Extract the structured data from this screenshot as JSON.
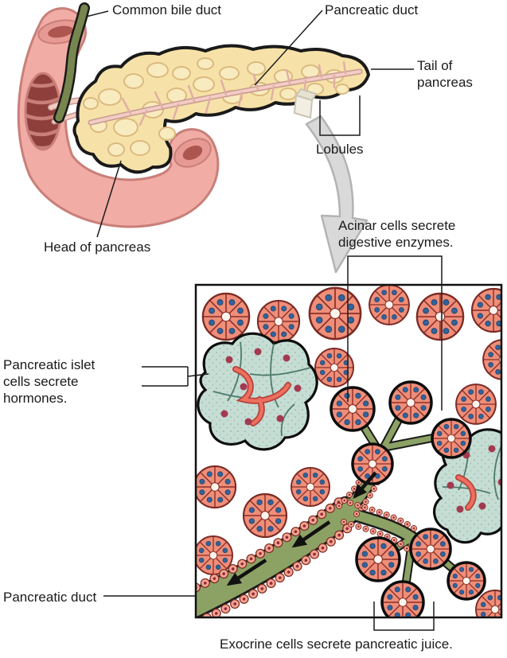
{
  "diagram": {
    "macro": {
      "labels": {
        "common_bile_duct": "Common bile duct",
        "pancreatic_duct": "Pancreatic duct",
        "tail_of_pancreas": "Tail of\npancreas",
        "lobules": "Lobules",
        "head_of_pancreas": "Head of pancreas"
      }
    },
    "micro": {
      "labels": {
        "acinar_cells": "Acinar cells secrete\ndigestive enzymes.",
        "islet_cells": "Pancreatic islet\ncells secrete\nhormones.",
        "pancreatic_duct": "Pancreatic duct",
        "exocrine_cells": "Exocrine cells secrete pancreatic juice."
      }
    },
    "colors": {
      "label_color": "#1A1A1A",
      "outline": "#1A1A1A",
      "duodenum": "#F1ACA6",
      "duodenum_edge": "#C97F79",
      "duodenum_lumen": "#8E3F3C",
      "pancreas_fill": "#F6E2A8",
      "lobule_stroke": "#DCB97E",
      "macro_duct": "#F3CDC5",
      "macro_duct_edge": "#C89A90",
      "bile_duct": "#76864E",
      "gray_arrow": "#D9D9D9",
      "gray_arrow_edge": "#B3B3B3",
      "acinar_fill": "#EF8E79",
      "acinar_stroke": "#7C2A24",
      "acinar_divider": "#8C2F28",
      "nucleus_blue": "#31639C",
      "islet_fill": "#C6DDD4",
      "islet_stipple": "#9DBFB4",
      "islet_divider": "#4E7A6C",
      "islet_nucleus": "#A23A50",
      "capillary": "#EE6F5F",
      "capillary_edge": "#B5433B",
      "duct_green": "#8CA265",
      "bead_fill": "#F4A48F",
      "bead_edge": "#7C2A24",
      "bead_nucleus": "#93283B"
    }
  }
}
